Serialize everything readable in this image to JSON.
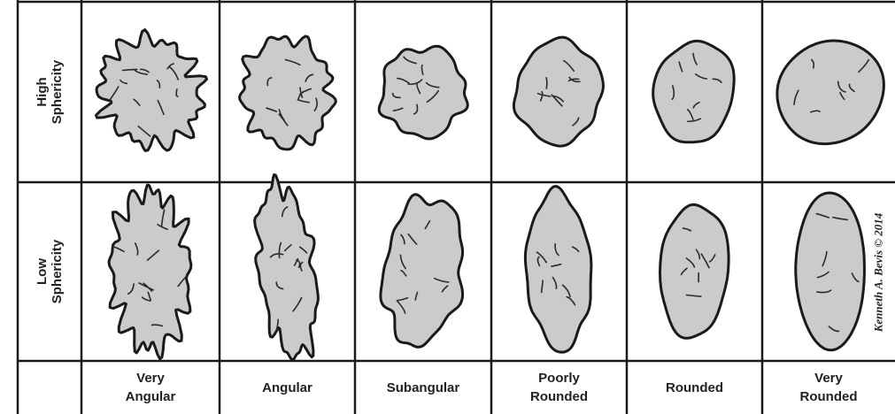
{
  "rows": [
    {
      "line1": "High",
      "line2": "Sphericity"
    },
    {
      "line1": "Low",
      "line2": "Sphericity"
    }
  ],
  "columns": [
    {
      "line1": "Very",
      "line2": "Angular"
    },
    {
      "line1": "",
      "line2": "Angular"
    },
    {
      "line1": "",
      "line2": "Subangular"
    },
    {
      "line1": "Poorly",
      "line2": "Rounded"
    },
    {
      "line1": "",
      "line2": "Rounded"
    },
    {
      "line1": "Very",
      "line2": "Rounded"
    }
  ],
  "credit": "Kenneth A. Bevis © 2014",
  "colors": {
    "grain_fill": "#cbcbcb",
    "grain_stroke": "#1a1a1a",
    "grid_line": "#1a1a1a",
    "texture": "#2a2a2a"
  }
}
